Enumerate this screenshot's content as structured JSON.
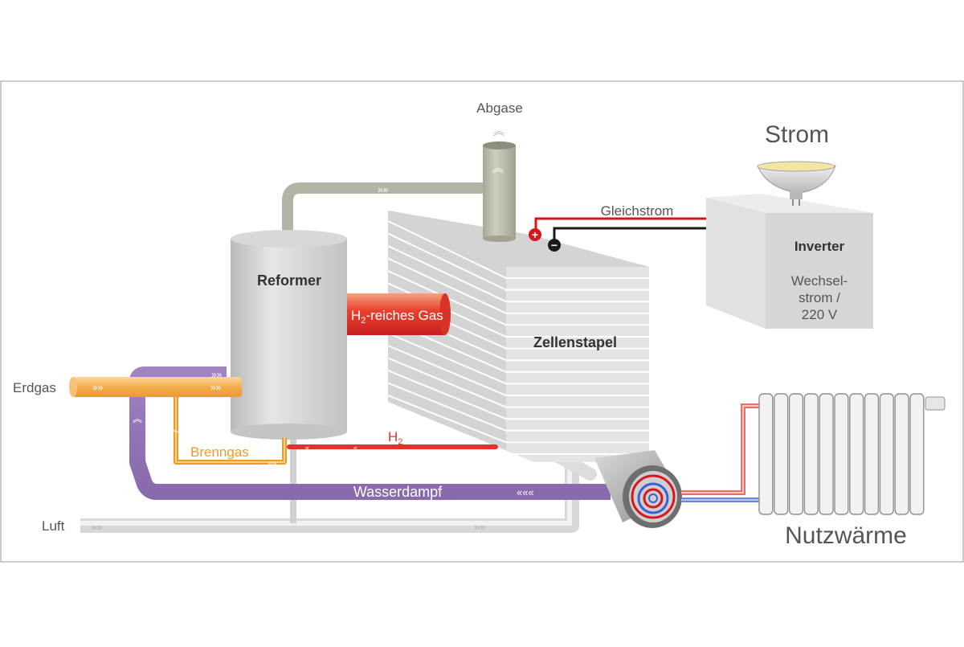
{
  "labels": {
    "abgase": "Abgase",
    "strom": "Strom",
    "gleichstrom": "Gleichstrom",
    "inverter": "Inverter",
    "wechsel_1": "Wechsel-",
    "wechsel_2": "strom /",
    "wechsel_3": "220 V",
    "reformer": "Reformer",
    "h2_gas_prefix": "H",
    "h2_gas_sub": "2",
    "h2_gas_suffix": "-reiches Gas",
    "zellenstapel": "Zellenstapel",
    "erdgas": "Erdgas",
    "brenngas": "Brenngas",
    "h2_prefix": "H",
    "h2_sub": "2",
    "wasserdampf": "Wasserdampf",
    "luft": "Luft",
    "nutzwaerme": "Nutzwärme",
    "plus": "+",
    "minus": "−"
  },
  "colors": {
    "exhaust_pipe": "#b5b3a6",
    "hydrogen_rich": "#e1332c",
    "natural_gas": "#f4ad4e",
    "fuel_gas": "#ee9a2a",
    "steam": "#9273b5",
    "air": "#e2e2e2",
    "dc_positive": "#d7161e",
    "dc_negative": "#1a1a1a",
    "text": "#4a4a4a",
    "frame": "#9a9a9a"
  }
}
